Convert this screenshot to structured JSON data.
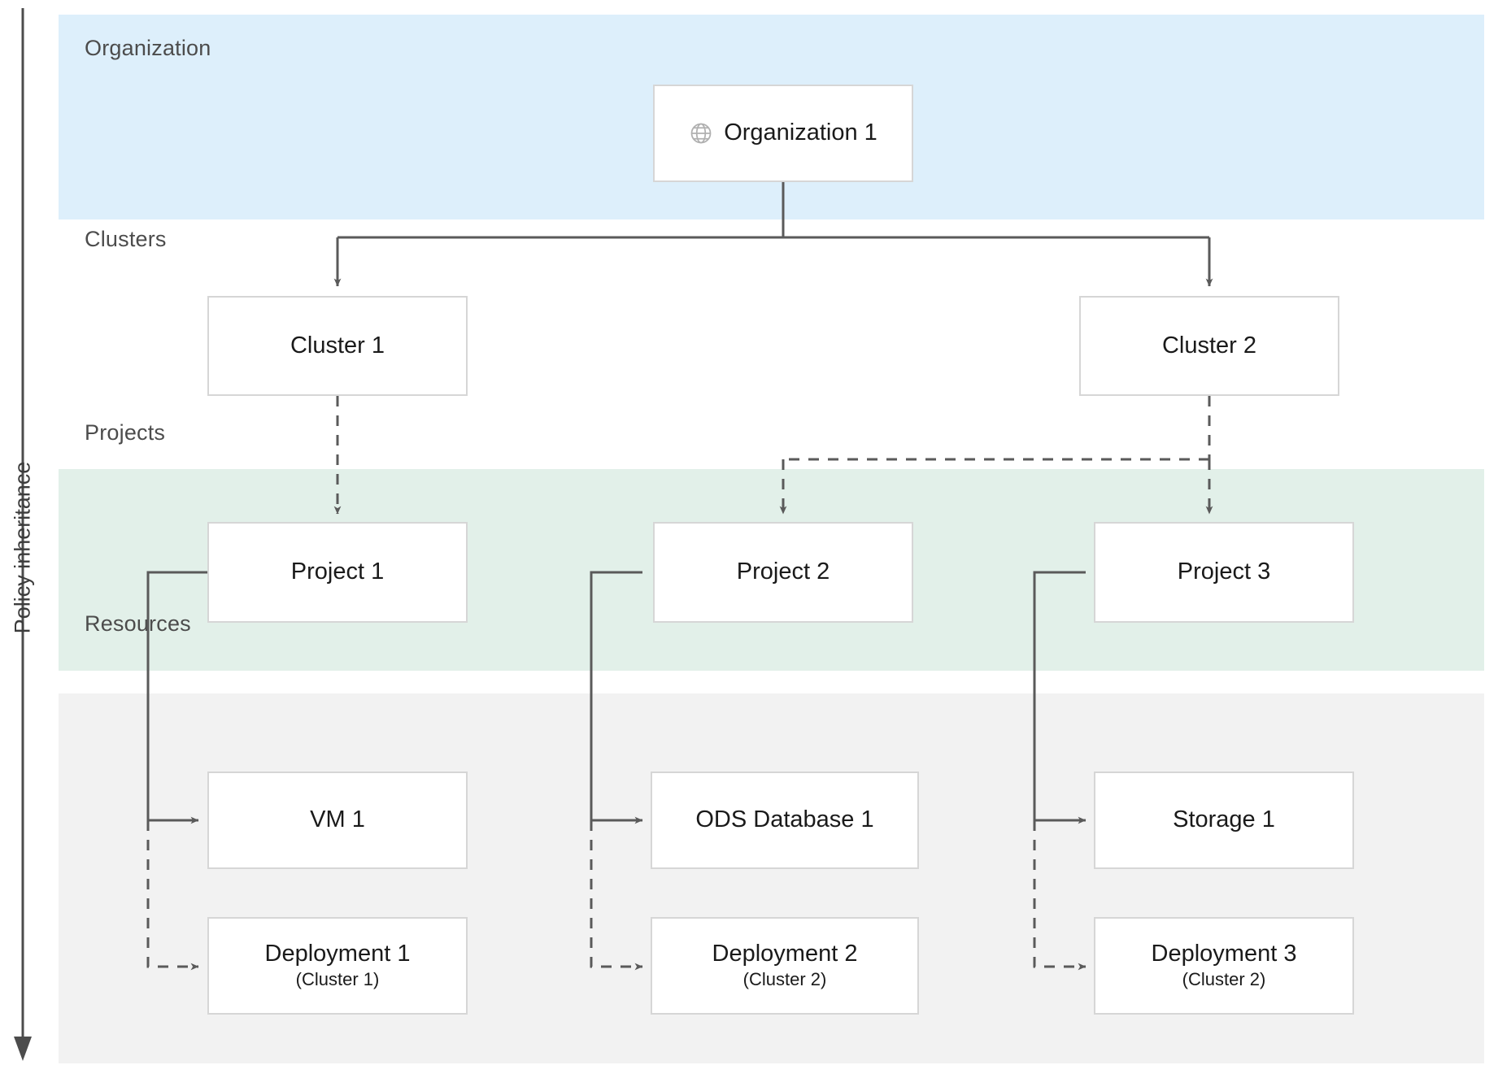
{
  "axis": {
    "label": "Policy inheritance",
    "icon": "down-arrow-icon"
  },
  "bands": [
    {
      "id": "organization",
      "label": "Organization",
      "color": "#ddeffb"
    },
    {
      "id": "clusters",
      "label": "Clusters",
      "color": "#ffffff"
    },
    {
      "id": "projects",
      "label": "Projects",
      "color": "#e2f0e9"
    },
    {
      "id": "resources",
      "label": "Resources",
      "color": "#f2f2f2"
    }
  ],
  "nodes": {
    "organization_1": {
      "title": "Organization 1",
      "icon": "globe-icon"
    },
    "cluster_1": {
      "title": "Cluster 1"
    },
    "cluster_2": {
      "title": "Cluster 2"
    },
    "project_1": {
      "title": "Project 1"
    },
    "project_2": {
      "title": "Project 2"
    },
    "project_3": {
      "title": "Project 3"
    },
    "vm_1": {
      "title": "VM 1"
    },
    "ods_database_1": {
      "title": "ODS Database 1"
    },
    "storage_1": {
      "title": "Storage 1"
    },
    "deployment_1": {
      "title": "Deployment 1",
      "subtitle": "(Cluster 1)"
    },
    "deployment_2": {
      "title": "Deployment 2",
      "subtitle": "(Cluster 2)"
    },
    "deployment_3": {
      "title": "Deployment 3",
      "subtitle": "(Cluster 2)"
    }
  },
  "edges": [
    {
      "from": "organization_1",
      "to": "cluster_1",
      "style": "solid"
    },
    {
      "from": "organization_1",
      "to": "cluster_2",
      "style": "solid"
    },
    {
      "from": "cluster_1",
      "to": "project_1",
      "style": "dashed"
    },
    {
      "from": "cluster_2",
      "to": "project_2",
      "style": "dashed"
    },
    {
      "from": "cluster_2",
      "to": "project_3",
      "style": "dashed"
    },
    {
      "from": "project_1",
      "to": "vm_1",
      "style": "solid"
    },
    {
      "from": "project_1",
      "to": "deployment_1",
      "style": "dashed"
    },
    {
      "from": "project_2",
      "to": "ods_database_1",
      "style": "solid"
    },
    {
      "from": "project_2",
      "to": "deployment_2",
      "style": "dashed"
    },
    {
      "from": "project_3",
      "to": "storage_1",
      "style": "solid"
    },
    {
      "from": "project_3",
      "to": "deployment_3",
      "style": "dashed"
    }
  ],
  "colors": {
    "band_organization": "#ddeffb",
    "band_projects": "#e2f0e9",
    "band_resources": "#f2f2f2",
    "node_border": "#d6d6d6",
    "connector": "#5a5a5a",
    "label_text": "#4c4c4c"
  }
}
